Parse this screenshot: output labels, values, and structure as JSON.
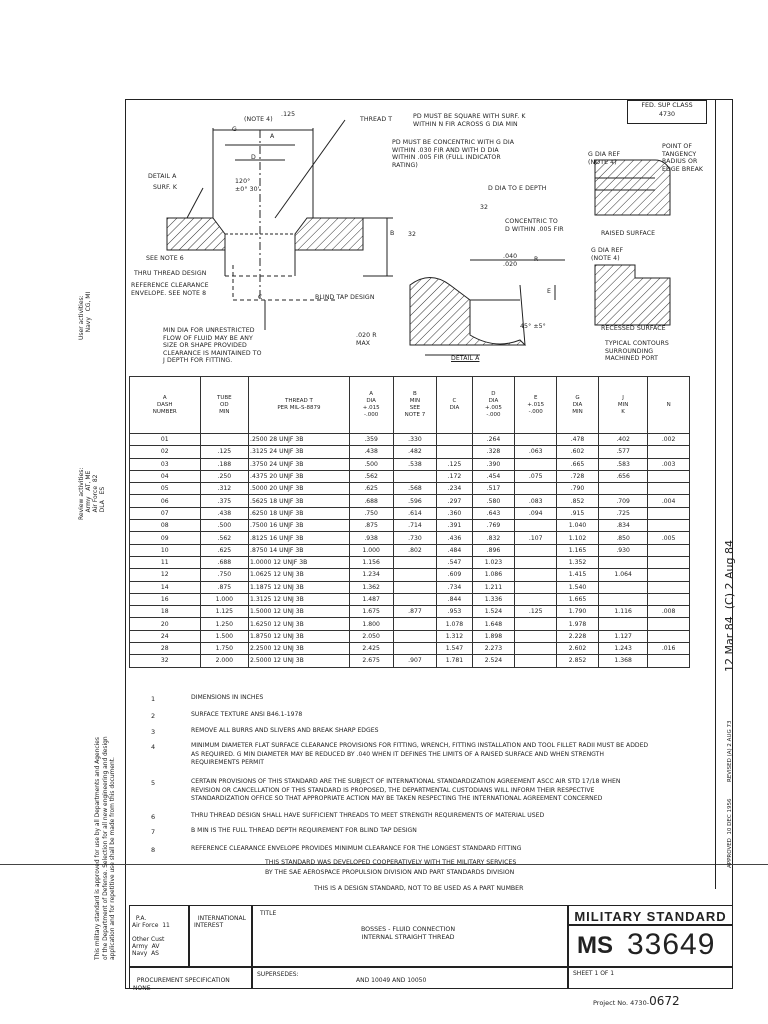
{
  "header": {
    "fed_sup_class_label": "FED. SUP CLASS",
    "fed_sup_class": "4730"
  },
  "drawing": {
    "left": {
      "note4": "(NOTE 4)",
      "dim_125": ".125",
      "g": "G",
      "a": "A",
      "d": "D",
      "angle": "120°\n±0° 30'",
      "detail_a": "DETAIL A",
      "surf_k": "SURF. K",
      "see_note6": "SEE NOTE 6",
      "b": "B",
      "thru_thread": "THRU THREAD DESIGN",
      "ref_clearance": "REFERENCE CLEARANCE\nENVELOPE. SEE NOTE 8",
      "c": "C",
      "blind_tap": "BLIND TAP DESIGN",
      "min_dia": "MIN DIA FOR UNRESTRICTED\nFLOW OF FLUID MAY BE ANY\nSIZE OR SHAPE PROVIDED\nCLEARANCE IS MAINTAINED TO\nJ DEPTH FOR FITTING."
    },
    "center": {
      "thread_t": "THREAD T",
      "pd_square": "PD MUST BE SQUARE WITH SURF. K\nWITHIN N FIR ACROSS G DIA MIN",
      "pd_concentric": "PD MUST BE CONCENTRIC WITH G DIA\nWITHIN .030 FIR AND WITH D DIA\nWITHIN .005 FIR (FULL INDICATOR\nRATING)",
      "d_dia_depth": "D DIA TO E DEPTH",
      "finish_32a": "32",
      "finish_32b": "32",
      "concentric": "CONCENTRIC TO\nD WITHIN .005 FIR",
      "radius": ".040\n.020",
      "r": "R",
      "e": "E",
      "angle45": "45° ±5°",
      "r_020": ".020 R\nMAX",
      "detail_a_label": "DETAIL A"
    },
    "right": {
      "g_dia_ref": "G DIA REF\n(NOTE 4)",
      "point_tangency": "POINT OF\nTANGENCY\nRADIUS OR\nEDGE BREAK",
      "raised": "RAISED SURFACE",
      "g_dia_ref2": "G DIA REF\n(NOTE 4)",
      "recessed": "RECESSED SURFACE",
      "contours": "TYPICAL CONTOURS\nSURROUNDING\nMACHINED PORT"
    }
  },
  "table": {
    "headers": [
      "A\nDASH\nNUMBER",
      "TUBE\nOD\nMIN",
      "THREAD T\nPER MIL-S-8879",
      "A\nDIA\n+.015\n-.000",
      "B\nMIN\nSEE\nNOTE 7",
      "C\nDIA",
      "D\nDIA\n+.005\n-.000",
      "E\n+.015\n-.000",
      "G\nDIA\nMIN",
      "J\nMIN\nK",
      "N"
    ],
    "dash": [
      "01",
      "02",
      "03",
      "04",
      "05",
      "06",
      "07",
      "08",
      "09",
      "10",
      "11",
      "12",
      "14",
      "16",
      "18",
      "20",
      "24",
      "28",
      "32"
    ],
    "tube_od": [
      "",
      ".125",
      ".188",
      ".250",
      ".312",
      ".375",
      ".438",
      ".500",
      ".562",
      ".625",
      ".688",
      ".750",
      ".875",
      "1.000",
      "1.125",
      "1.250",
      "1.500",
      "1.750",
      "2.000"
    ],
    "thread": [
      ".2500 28 UNJF  3B",
      ".3125 24 UNJF  3B",
      ".3750 24 UNJF  3B",
      ".4375 20 UNJF  3B",
      ".5000 20 UNJF  3B",
      ".5625 18 UNJF  3B",
      ".6250 18 UNJF  3B",
      ".7500 16 UNJF  3B",
      ".8125 16 UNJF  3B",
      ".8750 14 UNJF  3B",
      "1.0000 12 UNJF  3B",
      "1.0625 12 UNJ  3B",
      "1.1875 12 UNJ  3B",
      "1.3125 12 UNJ  3B",
      "1.5000 12 UNJ  3B",
      "1.6250 12 UNJ  3B",
      "1.8750 12 UNJ  3B",
      "2.2500 12 UNJ  3B",
      "2.5000 12 UNJ  3B"
    ],
    "a_dia": [
      ".359",
      ".438",
      ".500",
      ".562",
      ".625",
      ".688",
      ".750",
      ".875",
      ".938",
      "1.000",
      "1.156",
      "1.234",
      "1.362",
      "1.487",
      "1.675",
      "1.800",
      "2.050",
      "2.425",
      "2.675"
    ],
    "b_min": [
      ".330",
      ".482",
      ".538",
      "",
      ".568",
      ".596",
      ".614",
      ".714",
      ".730",
      ".802",
      "",
      "",
      "",
      "",
      ".877",
      "",
      "",
      "",
      ".907"
    ],
    "c_dia": [
      "",
      "",
      ".125",
      ".172",
      ".234",
      ".297",
      ".360",
      ".391",
      ".436",
      ".484",
      ".547",
      ".609",
      ".734",
      ".844",
      ".953",
      "1.078",
      "1.312",
      "1.547",
      "1.781"
    ],
    "d_dia": [
      ".264",
      ".328",
      ".390",
      ".454",
      ".517",
      ".580",
      ".643",
      ".769",
      ".832",
      ".896",
      "1.023",
      "1.086",
      "1.211",
      "1.336",
      "1.524",
      "1.648",
      "1.898",
      "2.273",
      "2.524"
    ],
    "e": [
      "",
      ".063",
      "",
      ".075",
      "",
      ".083",
      ".094",
      "",
      ".107",
      "",
      "",
      "",
      "",
      "",
      ".125",
      "",
      "",
      "",
      ""
    ],
    "g_dia": [
      ".478",
      ".602",
      ".665",
      ".728",
      ".790",
      ".852",
      ".915",
      "1.040",
      "1.102",
      "1.165",
      "1.352",
      "1.415",
      "1.540",
      "1.665",
      "1.790",
      "1.978",
      "2.228",
      "2.602",
      "2.852"
    ],
    "j_min": [
      ".402",
      ".577",
      ".583",
      ".656",
      "",
      ".709",
      ".725",
      ".834",
      ".850",
      ".930",
      "",
      "1.064",
      "",
      "",
      "1.116",
      "",
      "1.127",
      "1.243",
      "1.368"
    ],
    "n": [
      ".002",
      "",
      ".003",
      "",
      "",
      ".004",
      "",
      "",
      ".005",
      "",
      "",
      "",
      "",
      "",
      ".008",
      "",
      "",
      ".016",
      ""
    ]
  },
  "notes": [
    {
      "num": "1",
      "text": "DIMENSIONS IN INCHES"
    },
    {
      "num": "2",
      "text": "SURFACE TEXTURE  ANSI B46.1-1978"
    },
    {
      "num": "3",
      "text": "REMOVE ALL BURRS AND SLIVERS AND BREAK SHARP EDGES"
    },
    {
      "num": "4",
      "text": "MINIMUM DIAMETER FLAT SURFACE CLEARANCE PROVISIONS FOR FITTING, WRENCH, FITTING INSTALLATION AND TOOL FILLET RADII MUST BE ADDED AS REQUIRED. G MIN DIAMETER MAY BE REDUCED BY .040 WHEN IT DEFINES THE LIMITS OF A RAISED SURFACE AND WHEN STRENGTH REQUIREMENTS PERMIT"
    },
    {
      "num": "5",
      "text": "CERTAIN PROVISIONS OF THIS STANDARD ARE THE SUBJECT OF INTERNATIONAL STANDARDIZATION AGREEMENT ASCC AIR STD 17/18 WHEN REVISION OR CANCELLATION OF THIS STANDARD IS PROPOSED, THE DEPARTMENTAL CUSTODIANS WILL INFORM THEIR RESPECTIVE STANDARDIZATION OFFICE SO THAT APPROPRIATE ACTION MAY BE TAKEN RESPECTING THE INTERNATIONAL AGREEMENT CONCERNED"
    },
    {
      "num": "6",
      "text": "THRU THREAD DESIGN SHALL HAVE SUFFICIENT THREADS TO MEET STRENGTH REQUIREMENTS OF MATERIAL USED"
    },
    {
      "num": "7",
      "text": "B MIN IS THE FULL THREAD DEPTH REQUIREMENT FOR BLIND TAP DESIGN"
    },
    {
      "num": "8",
      "text": "REFERENCE CLEARANCE ENVELOPE PROVIDES MINIMUM CLEARANCE FOR THE LONGEST STANDARD FITTING"
    }
  ],
  "footer_text": {
    "line1": "THIS STANDARD WAS DEVELOPED COOPERATIVELY WITH THE MILITARY SERVICES",
    "line2": "BY THE SAE AEROSPACE PROPULSION DIVISION AND PART STANDARDS DIVISION",
    "line3": "THIS IS A DESIGN STANDARD, NOT TO BE USED AS A PART NUMBER"
  },
  "title_block": {
    "pa": "P.A.\nAir Force  11\n\nOther Cust\nArmy  AV\nNavy  AS",
    "intl": "INTERNATIONAL\nINTEREST",
    "title_label": "TITLE",
    "title": "BOSSES - FLUID CONNECTION\nINTERNAL STRAIGHT THREAD",
    "mil_std": "MILITARY STANDARD",
    "ms_prefix": "MS",
    "ms_number": "33649",
    "proc_spec": "PROCUREMENT SPECIFICATION\nNONE",
    "supersedes": "SUPERSEDES:",
    "supersedes_val": "AND 10049  AND 10050",
    "sheet": "SHEET  1  OF  1"
  },
  "margin": {
    "user_activities": "User activities:\n    Navy   CG, MI",
    "review_activities": "Review activities:\n    Army   AT, ME\n    Air Force  82\n    DLA   ES",
    "approval": "This military standard is approved for use by all Departments and Agencies\nof the Department of Defense. Selection for all new engineering and design\napplication and for repetitive use shall be made from this document.",
    "dates": "12 Mar 84  (C) 2 Aug 84",
    "revised": "REVISED (A) 2 AUG 73",
    "approved": "APPROVED  10 DEC 1956"
  },
  "project": {
    "label": "Project No. 4730-",
    "number": "0672"
  }
}
